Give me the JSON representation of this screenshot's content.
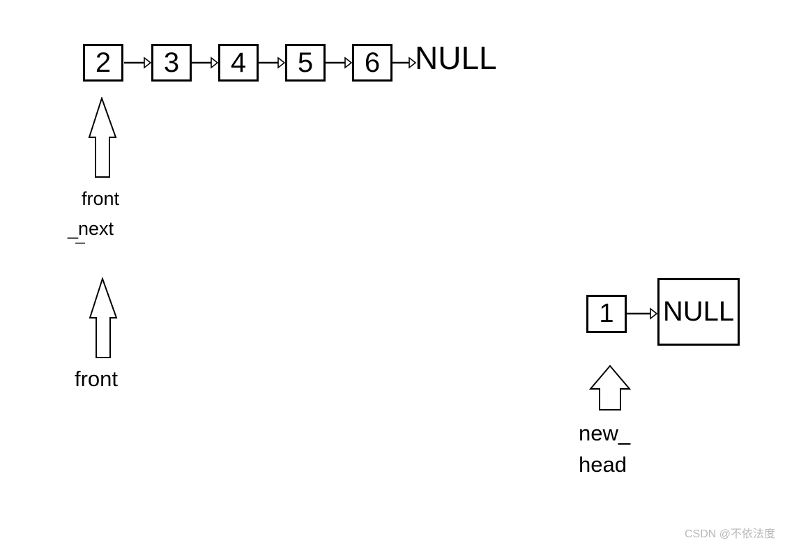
{
  "list": {
    "nodes": [
      "2",
      "3",
      "4",
      "5",
      "6"
    ],
    "null_label": "NULL"
  },
  "pointers": {
    "front_next_line1": "front",
    "front_next_line2": "_next",
    "front_label": "front",
    "new_head_line1": "new_",
    "new_head_line2": "head"
  },
  "new_node": {
    "value": "1",
    "null_label": "NULL"
  },
  "watermark": "CSDN @不依法度",
  "colors": {
    "stroke": "#000000",
    "background": "#ffffff",
    "watermark_gray": "#b9b9b9"
  }
}
